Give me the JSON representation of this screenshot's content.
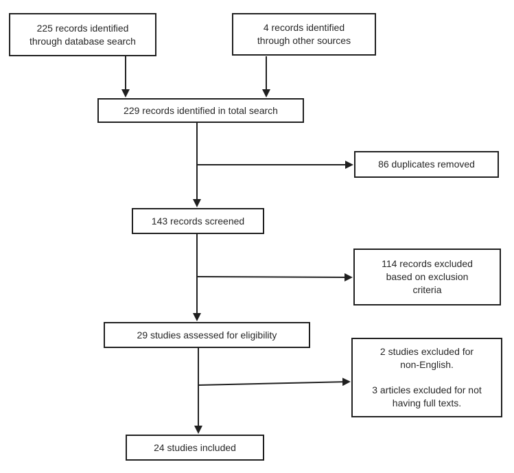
{
  "colors": {
    "line": "#1f1f1f",
    "text": "#262626",
    "background": "#ffffff"
  },
  "boxes": {
    "records_database": {
      "lines": [
        "225 records identified",
        "through database search"
      ]
    },
    "records_other": {
      "lines": [
        "4 records identified",
        "through other sources"
      ]
    },
    "total_search": {
      "lines": [
        "229 records identified in total search"
      ]
    },
    "duplicates_removed": {
      "lines": [
        "86 duplicates removed"
      ]
    },
    "records_screened": {
      "lines": [
        "143 records screened"
      ]
    },
    "records_excluded": {
      "lines": [
        "114 records excluded",
        "based on exclusion",
        "criteria"
      ]
    },
    "assessed_eligibility": {
      "lines": [
        "29 studies assessed for eligibility"
      ]
    },
    "fulltext_excluded": {
      "lines": [
        "2 studies excluded for",
        "non-English.",
        "",
        "3 articles excluded for not",
        "having full texts."
      ]
    },
    "studies_included": {
      "lines": [
        "24 studies included"
      ]
    }
  },
  "flow": {
    "edges": [
      {
        "from": "records_database",
        "to": "total_search"
      },
      {
        "from": "records_other",
        "to": "total_search"
      },
      {
        "from": "total_search",
        "to": "records_screened"
      },
      {
        "from": "total_search",
        "to": "duplicates_removed"
      },
      {
        "from": "records_screened",
        "to": "assessed_eligibility"
      },
      {
        "from": "records_screened",
        "to": "records_excluded"
      },
      {
        "from": "assessed_eligibility",
        "to": "studies_included"
      },
      {
        "from": "assessed_eligibility",
        "to": "fulltext_excluded"
      }
    ]
  }
}
